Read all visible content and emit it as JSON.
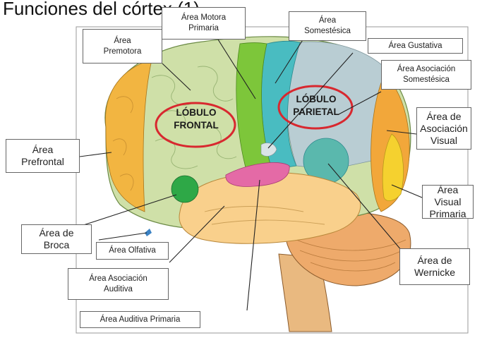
{
  "title": "Funciones del córtex (1)",
  "lobes": {
    "frontal": "LÓBULO\nFRONTAL",
    "parietal": "LÓBULO\nPARIETAL"
  },
  "labels": {
    "motora": "Área Motora\nPrimaria",
    "premotora": "Área\nPremotora",
    "somestesica": "Área\nSomestésica",
    "gustativa": "Área Gustativa",
    "asoc_somestesica": "Área Asociación\nSomestésica",
    "asoc_visual": "Área de\nAsociación\nVisual",
    "prefrontal": "Área\nPrefrontal",
    "visual_primaria": "Área Visual\nPrimaria",
    "broca": "Área de\nBroca",
    "olfativa": "Área Olfativa",
    "wernicke": "Área de\nWernicke",
    "asoc_auditiva": "Área Asociación\nAuditiva",
    "auditiva_primaria": "Área Auditiva Primaria"
  },
  "colors": {
    "frontal": "#cfe0a8",
    "prefrontal": "#f2b541",
    "motor": "#7dc63a",
    "somatosensory": "#49bcc1",
    "parietal": "#b9cdd3",
    "visual": "#f2a73a",
    "visual_primary": "#f5d12f",
    "broca": "#2ea847",
    "temporal": "#f9d08c",
    "auditory": "#e46aa6",
    "cerebellum": "#eeaa6b",
    "lobe_ring": "#d8282f"
  }
}
